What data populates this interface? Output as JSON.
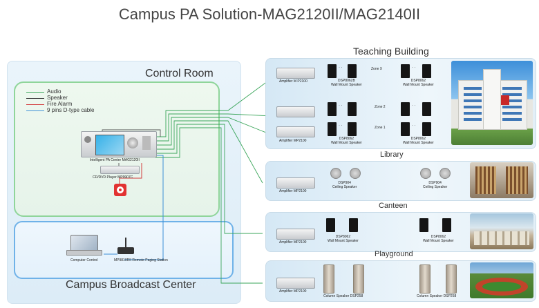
{
  "title": "Campus PA Solution-MAG2120II/MAG2140II",
  "control_room": {
    "label": "Control Room",
    "legend": [
      {
        "label": "Audio",
        "color": "#3aa55a"
      },
      {
        "label": "Speaker",
        "color": "#333333"
      },
      {
        "label": "Fire Alarm",
        "color": "#d23c3c"
      },
      {
        "label": "9 pins D-type cable",
        "color": "#3b8fd6"
      }
    ],
    "pa_center_label": "Intelligent PA Center MAG2120II",
    "dvd_label": "CD/DVD Player MP9907C",
    "fire_alarm_icon": "fire-alarm-icon"
  },
  "broadcast_center": {
    "label": "Campus Broadcast Center",
    "computer_label": "Computer Control",
    "paging_label": "MP9810RII Remote Paging Station"
  },
  "teaching_building": {
    "title": "Teaching Building",
    "amp1": "Amplifier M P2100",
    "amp3": "Amplifier MP2100",
    "spk_a": "DSP8062B\nWall Mount Speaker",
    "spk_b": "DSP8062\nWall Mount Speaker",
    "spk_c": "DSP8062\nWall Mount Speaker",
    "spk_d": "DSP8062\nWall Mount Speaker",
    "zone_x": "Zone X",
    "zone_2": "Zone 2",
    "zone_1": "Zone 1",
    "dots": "· ·"
  },
  "library": {
    "title": "Library",
    "amp": "Amplifier MP2100",
    "spk1": "DSP904\nCeiling Speaker",
    "spk2": "DSP904\nCeiling Speaker"
  },
  "canteen": {
    "title": "Canteen",
    "amp": "Amplifier MP2100",
    "spk1": "DSP8062\nWall Mount Speaker",
    "spk2": "DSP8062\nWall Mount Speaker"
  },
  "playground": {
    "title": "Playground",
    "amp": "Amplifier MP2100",
    "spk1": "Column Speaker DSP258",
    "spk2": "Column Speaker DSP258"
  }
}
